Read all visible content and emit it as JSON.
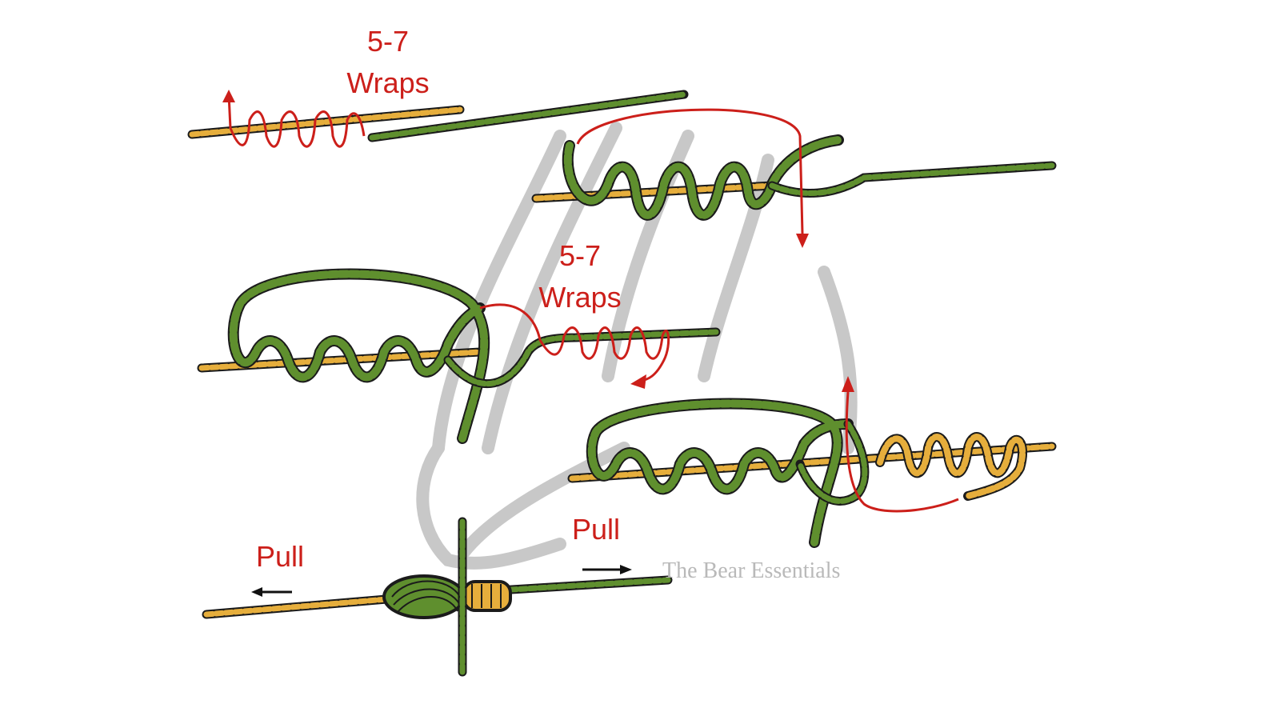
{
  "labels": {
    "step1_count": "5-7",
    "step1_unit": "Wraps",
    "step3_count": "5-7",
    "step3_unit": "Wraps",
    "pull_left": "Pull",
    "pull_right": "Pull"
  },
  "watermark": "The Bear Essentials",
  "colors": {
    "green_line": "#5f8f2e",
    "orange_line": "#e6ae3c",
    "outline": "#1b1b1b",
    "red_annotation": "#cc1f1a",
    "watermark_gray": "#b9b9b9"
  }
}
